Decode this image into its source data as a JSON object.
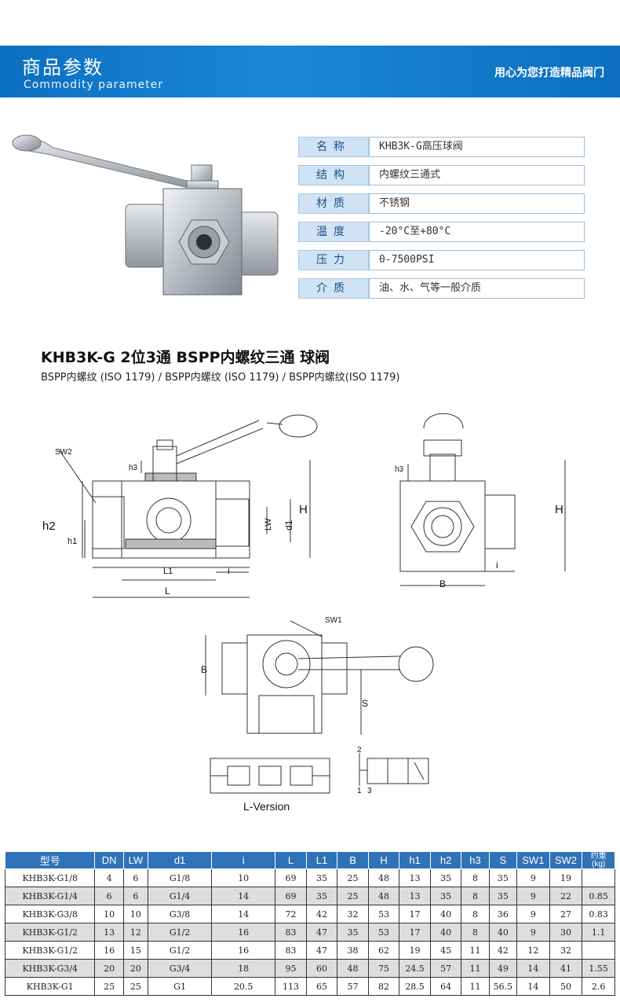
{
  "header": {
    "title": "商品参数",
    "subtitle": "Commodity parameter",
    "slogan": "用心为您打造精品阀门"
  },
  "specs": [
    {
      "key": "名称",
      "value": "KHB3K-G高压球阀"
    },
    {
      "key": "结构",
      "value": "内螺纹三通式"
    },
    {
      "key": "材质",
      "value": "不锈钢"
    },
    {
      "key": "温度",
      "value": "-20°C至+80°C"
    },
    {
      "key": "压力",
      "value": "0-7500PSI"
    },
    {
      "key": "介质",
      "value": "油、水、气等一般介质"
    }
  ],
  "product": {
    "title": "KHB3K-G  2位3通 BSPP内螺纹三通 球阀",
    "subtitle": "BSPP内螺纹 (ISO 1179) / BSPP内螺纹 (ISO 1179) / BSPP内螺纹(ISO 1179)"
  },
  "drawing": {
    "labels": {
      "sw2": "SW2",
      "h3a": "h3",
      "h2": "h2",
      "h1": "h1",
      "l1": "L1",
      "l": "L",
      "i1": "i",
      "lw": "LW",
      "d1": "d1",
      "ha": "H",
      "h3b": "h3",
      "hb": "H",
      "bb": "B",
      "i2": "i",
      "sw1": "SW1",
      "bc": "B",
      "s": "S",
      "port2": "2",
      "port1": "1",
      "port3": "3",
      "version": "L-Version"
    }
  },
  "table": {
    "headers": [
      "型号",
      "DN",
      "LW",
      "d1",
      "i",
      "L",
      "L1",
      "B",
      "H",
      "h1",
      "h2",
      "h3",
      "S",
      "SW1",
      "SW2"
    ],
    "weight_header": [
      "约重",
      "(kg)"
    ],
    "rows": [
      [
        "KHB3K-G1/8",
        "4",
        "6",
        "G1/8",
        "10",
        "69",
        "35",
        "25",
        "48",
        "13",
        "35",
        "8",
        "35",
        "9",
        "19",
        ""
      ],
      [
        "KHB3K-G1/4",
        "6",
        "6",
        "G1/4",
        "14",
        "69",
        "35",
        "25",
        "48",
        "13",
        "35",
        "8",
        "35",
        "9",
        "22",
        "0.85"
      ],
      [
        "KHB3K-G3/8",
        "10",
        "10",
        "G3/8",
        "14",
        "72",
        "42",
        "32",
        "53",
        "17",
        "40",
        "8",
        "36",
        "9",
        "27",
        "0.83"
      ],
      [
        "KHB3K-G1/2",
        "13",
        "12",
        "G1/2",
        "16",
        "83",
        "47",
        "35",
        "53",
        "17",
        "40",
        "8",
        "40",
        "9",
        "30",
        "1.1"
      ],
      [
        "KHB3K-G1/2",
        "16",
        "15",
        "G1/2",
        "16",
        "83",
        "47",
        "38",
        "62",
        "19",
        "45",
        "11",
        "42",
        "12",
        "32",
        ""
      ],
      [
        "KHB3K-G3/4",
        "20",
        "20",
        "G3/4",
        "18",
        "95",
        "60",
        "48",
        "75",
        "24.5",
        "57",
        "11",
        "49",
        "14",
        "41",
        "1.55"
      ],
      [
        "KHB3K-G1",
        "25",
        "25",
        "G1",
        "20.5",
        "113",
        "65",
        "57",
        "82",
        "28.5",
        "64",
        "11",
        "56.5",
        "14",
        "50",
        "2.6"
      ]
    ]
  }
}
